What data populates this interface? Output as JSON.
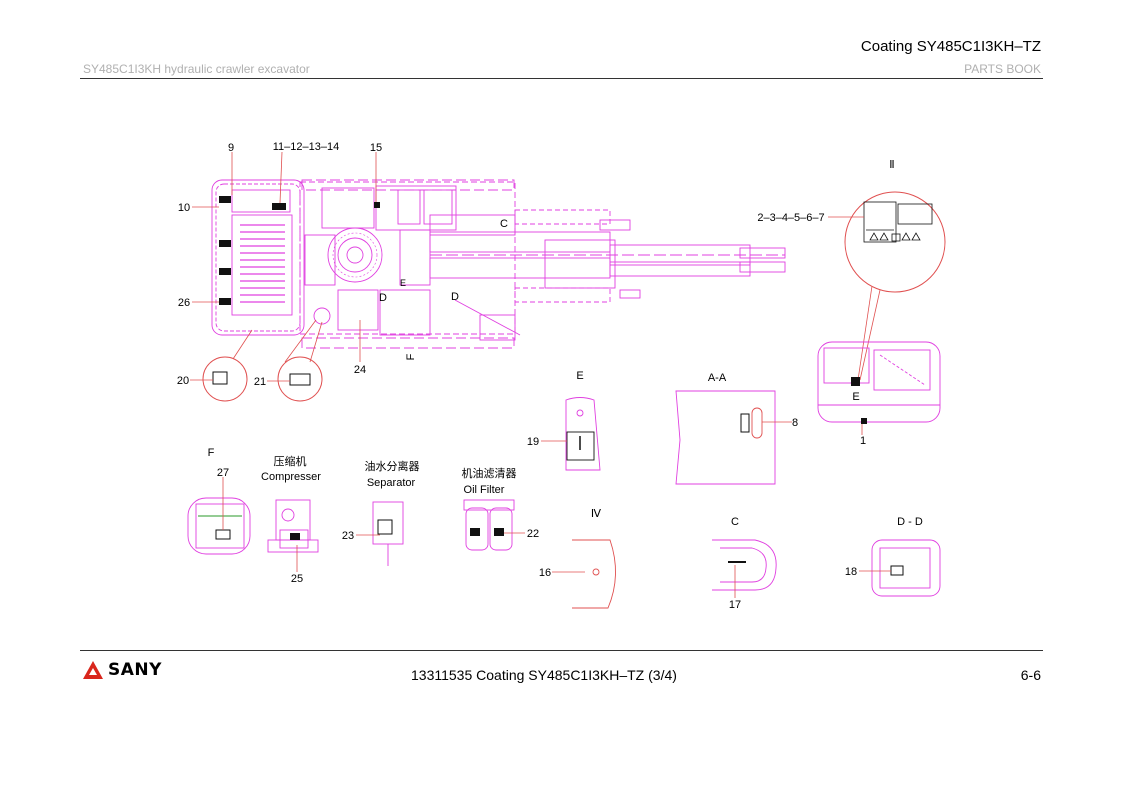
{
  "header": {
    "title": "Coating SY485C1I3KH–TZ",
    "subtitle_left": "SY485C1I3KH hydraulic crawler excavator",
    "subtitle_right": "PARTS BOOK"
  },
  "footer": {
    "brand": "SANY",
    "doc_title": "13311535 Coating SY485C1I3KH–TZ (3/4)",
    "page_number": "6-6"
  },
  "drawing": {
    "callouts": {
      "c9": "9",
      "c11_14": "11–12–13–14",
      "c15": "15",
      "c10": "10",
      "c26": "26",
      "c20": "20",
      "c21": "21",
      "c24": "24",
      "c2_7": "2–3–4–5–6–7",
      "c8": "8",
      "c1": "1",
      "c19": "19",
      "c27": "27",
      "c25": "25",
      "c23": "23",
      "c22": "22",
      "c16": "16",
      "c17": "17",
      "c18": "18"
    },
    "views": {
      "roman2": "Ⅱ",
      "roman4": "Ⅳ",
      "C_top": "C",
      "D1": "D",
      "D2": "D",
      "F_top": "F",
      "E_top": "E",
      "E": "E",
      "AA": "A-A",
      "E_cab": "E",
      "F": "F",
      "C": "C",
      "DD": "D - D"
    },
    "components": {
      "compressor_cn": "压缩机",
      "compressor_en": "Compresser",
      "separator_cn": "油水分离器",
      "separator_en": "Separator",
      "filter_cn": "机油滤清器",
      "filter_en": "Oil  Filter"
    }
  }
}
